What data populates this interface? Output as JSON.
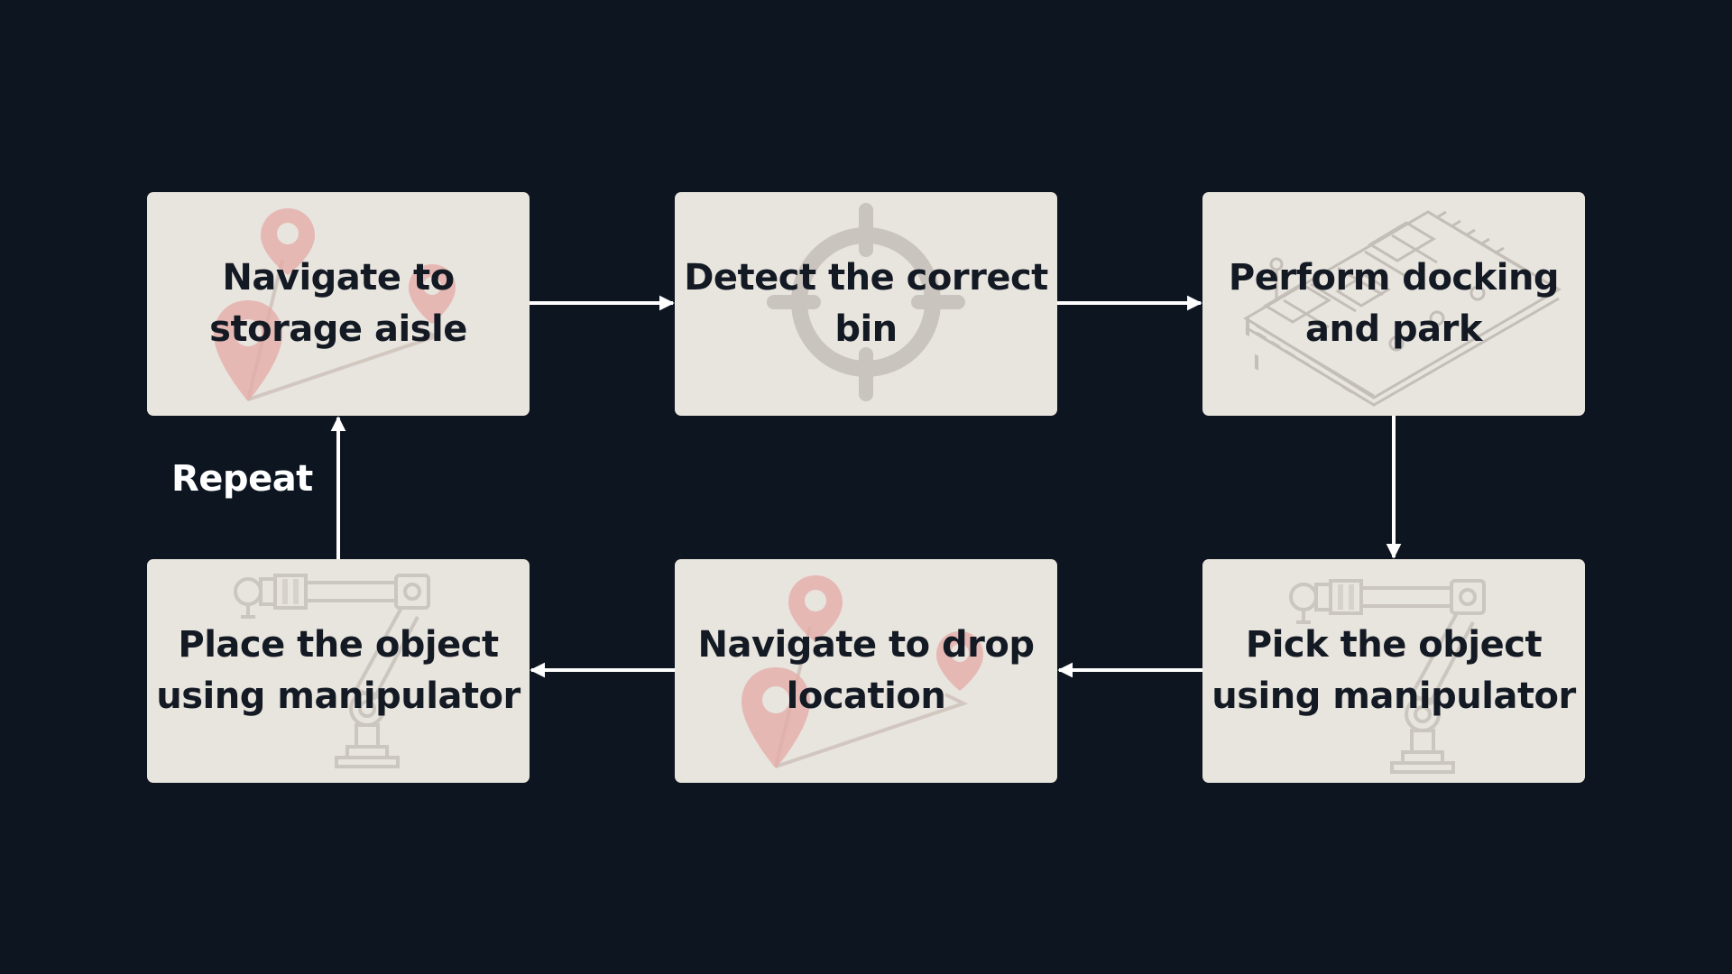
{
  "steps": [
    {
      "label": "Navigate to\nstorage aisle",
      "icon": "map-pin-route-icon"
    },
    {
      "label": "Detect the correct\nbin",
      "icon": "crosshair-target-icon"
    },
    {
      "label": "Perform docking\nand park",
      "icon": "parking-lot-icon"
    },
    {
      "label": "Pick the object\nusing manipulator",
      "icon": "robotic-arm-icon"
    },
    {
      "label": "Navigate to drop\nlocation",
      "icon": "map-pin-route-icon"
    },
    {
      "label": "Place the object\nusing manipulator",
      "icon": "robotic-arm-icon"
    }
  ],
  "loop_label": "Repeat",
  "colors": {
    "background": "#0d1520",
    "box": "#e8e4de",
    "text": "#141a24",
    "arrow": "#ffffff",
    "pin_watermark": "#e3a3a0",
    "icon_watermark": "#c6c1ba"
  }
}
